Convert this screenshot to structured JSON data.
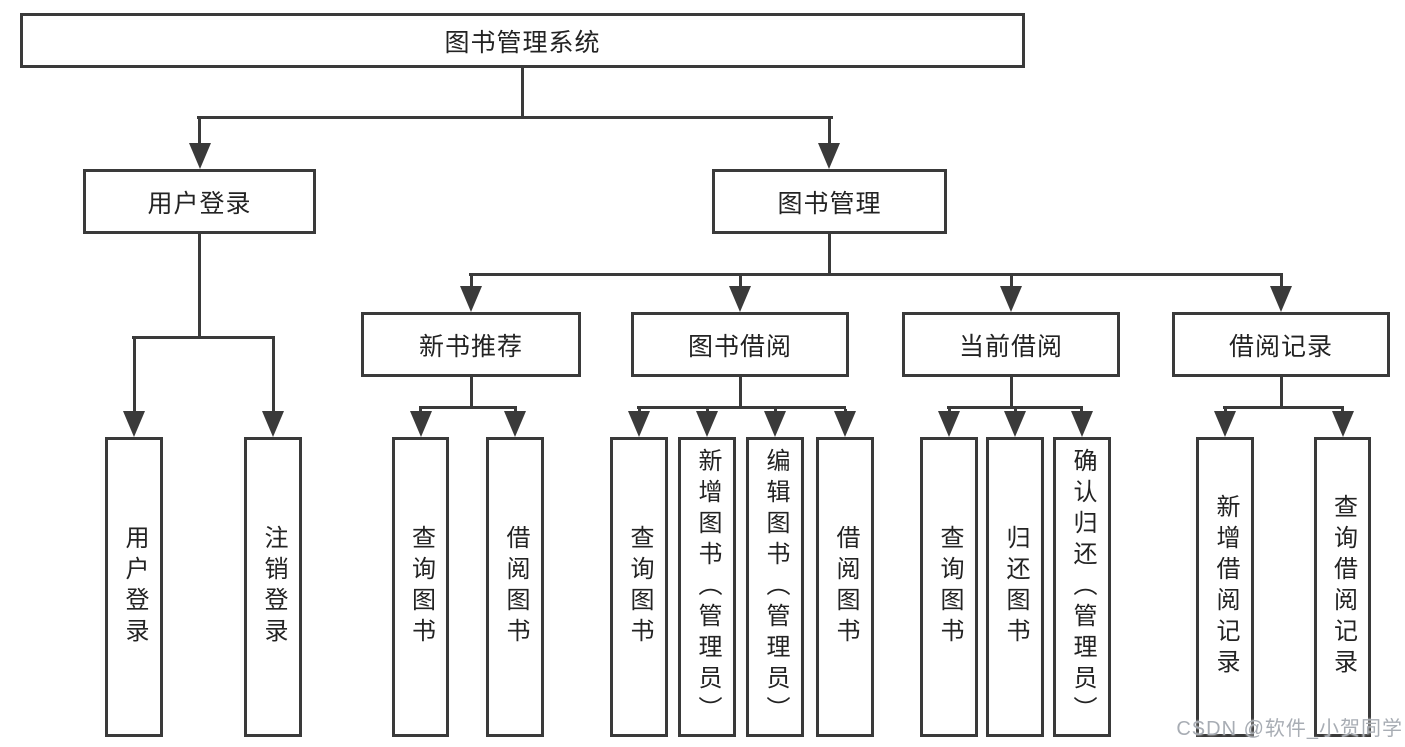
{
  "tree": {
    "label": "图书管理系统",
    "children": [
      {
        "label": "用户登录",
        "children": [
          {
            "label": "用户登录"
          },
          {
            "label": "注销登录"
          }
        ]
      },
      {
        "label": "图书管理",
        "children": [
          {
            "label": "新书推荐",
            "children": [
              {
                "label": "查询图书"
              },
              {
                "label": "借阅图书"
              }
            ]
          },
          {
            "label": "图书借阅",
            "children": [
              {
                "label": "查询图书"
              },
              {
                "label": "新增图书（管理员）"
              },
              {
                "label": "编辑图书（管理员）"
              },
              {
                "label": "借阅图书"
              }
            ]
          },
          {
            "label": "当前借阅",
            "children": [
              {
                "label": "查询图书"
              },
              {
                "label": "归还图书"
              },
              {
                "label": "确认归还（管理员）"
              }
            ]
          },
          {
            "label": "借阅记录",
            "children": [
              {
                "label": "新增借阅记录"
              },
              {
                "label": "查询借阅记录"
              }
            ]
          }
        ]
      }
    ]
  },
  "watermark": {
    "text": "CSDN @软件_小贺同学"
  },
  "icons": {
    "arrowhead_down": "▼"
  },
  "colors": {
    "line": "#3a3a3a",
    "text": "#232323",
    "background": "#ffffff",
    "watermark": "#a8adb4"
  }
}
